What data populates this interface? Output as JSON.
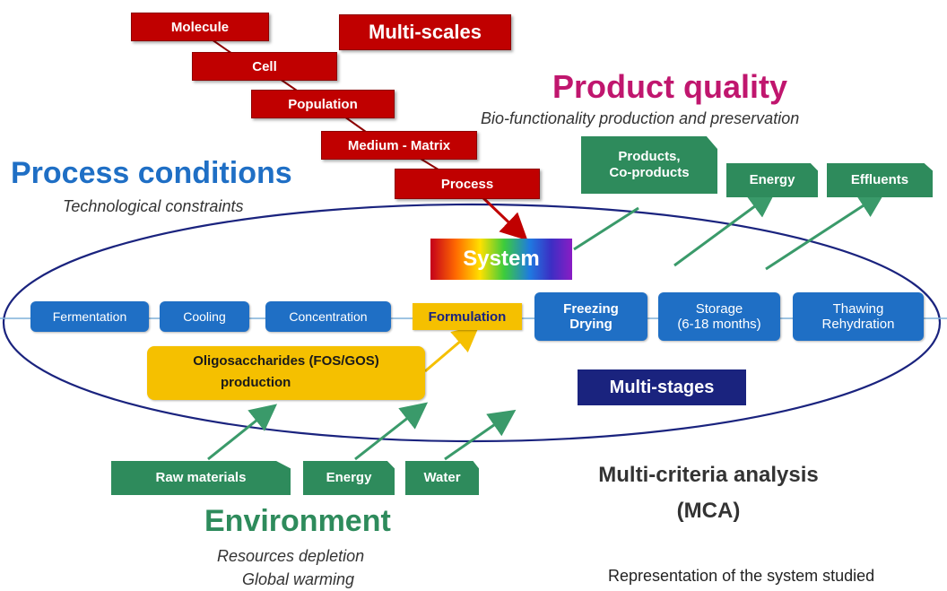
{
  "scales": {
    "molecule": "Molecule",
    "cell": "Cell",
    "population": "Population",
    "medium": "Medium - Matrix",
    "process": "Process",
    "title": "Multi-scales"
  },
  "product_quality": {
    "title": "Product quality",
    "subtitle": "Bio-functionality production and preservation"
  },
  "process_conditions": {
    "title": "Process conditions",
    "subtitle": "Technological constraints"
  },
  "system_label": "System",
  "outputs": {
    "products": "Products,\nCo-products",
    "energy": "Energy",
    "effluents": "Effluents"
  },
  "stages": {
    "fermentation": "Fermentation",
    "cooling": "Cooling",
    "concentration": "Concentration",
    "formulation": "Formulation",
    "freezing": "Freezing\nDrying",
    "storage": "Storage\n(6-18 months)",
    "thawing": "Thawing\nRehydration"
  },
  "oligo": {
    "line1": "Oligosaccharides (FOS/GOS)",
    "line2": "production"
  },
  "multi_stages": "Multi-stages",
  "inputs": {
    "raw": "Raw materials",
    "energy": "Energy",
    "water": "Water"
  },
  "mca": {
    "line1": "Multi-criteria analysis",
    "line2": "(MCA)"
  },
  "environment": {
    "title": "Environment",
    "sub1": "Resources depletion",
    "sub2": "Global warming"
  },
  "caption": "Representation of the system studied",
  "colors": {
    "red": "#c00000",
    "blue": "#1f6fc5",
    "green": "#2e8b5c",
    "yellow": "#f5c000",
    "navy": "#1a237e",
    "magenta": "#c0166e",
    "title_blue": "#1f6fc5",
    "arrow_green": "#3a9a6a"
  }
}
